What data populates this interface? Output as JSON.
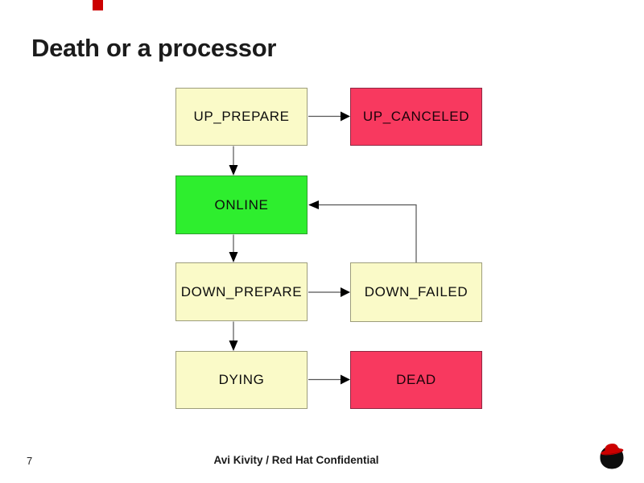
{
  "slide": {
    "title": "Death or a processor",
    "page_number": "7",
    "footer": "Avi Kivity / Red Hat Confidential"
  },
  "diagram": {
    "nodes": [
      {
        "id": "up_prepare",
        "label": "UP_PREPARE",
        "fill": "#FAFAC8",
        "kind": "normal"
      },
      {
        "id": "up_canceled",
        "label": "UP_CANCELED",
        "fill": "#F8395F",
        "kind": "terminal"
      },
      {
        "id": "online",
        "label": "ONLINE",
        "fill": "#2EEE2E",
        "kind": "active"
      },
      {
        "id": "down_prepare",
        "label": "DOWN_PREPARE",
        "fill": "#FAFAC8",
        "kind": "normal"
      },
      {
        "id": "down_failed",
        "label": "DOWN_FAILED",
        "fill": "#FAFAC8",
        "kind": "normal"
      },
      {
        "id": "dying",
        "label": "DYING",
        "fill": "#FAFAC8",
        "kind": "normal"
      },
      {
        "id": "dead",
        "label": "DEAD",
        "fill": "#F8395F",
        "kind": "terminal"
      }
    ],
    "edges": [
      {
        "from": "UP_PREPARE",
        "to": "UP_CANCELED"
      },
      {
        "from": "UP_PREPARE",
        "to": "ONLINE"
      },
      {
        "from": "ONLINE",
        "to": "DOWN_PREPARE"
      },
      {
        "from": "DOWN_PREPARE",
        "to": "DOWN_FAILED"
      },
      {
        "from": "DOWN_FAILED",
        "to": "ONLINE"
      },
      {
        "from": "DOWN_PREPARE",
        "to": "DYING"
      },
      {
        "from": "DYING",
        "to": "DEAD"
      }
    ]
  },
  "colors": {
    "state_normal": "#FAFAC8",
    "state_active": "#2EEE2E",
    "state_terminal": "#F8395F",
    "arrow_line": "#555555",
    "arrow_head": "#000000",
    "brand_red": "#CC0000",
    "title_text": "#1B1B1B"
  },
  "icons": {
    "logo": "redhat-shadowman-logo"
  }
}
